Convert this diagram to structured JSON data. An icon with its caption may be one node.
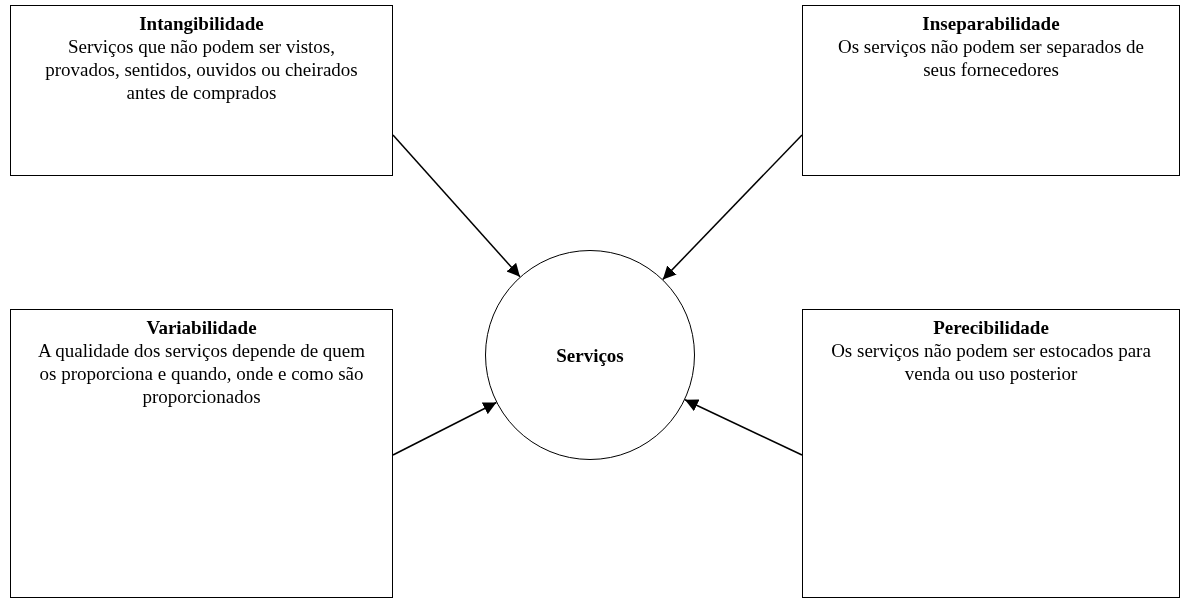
{
  "diagram": {
    "nodes": [
      {
        "text": [
          "Intangibilidade",
          "Serviços que não podem ser vistos, provados, sentidos, ouvidos ou cheirados antes de comprados"
        ]
      },
      {
        "text": [
          "Inseparabilidade",
          "Os serviços não podem ser separados de seus fornecedores"
        ]
      },
      {
        "text": [
          "Serviços"
        ]
      },
      {
        "text": [
          "Variabilidade",
          "A qualidade dos serviços depende de quem os proporciona e quando, onde e como são proporcionados"
        ]
      },
      {
        "text": [
          "Perecibilidade",
          "Os serviços não podem ser estocados para venda ou uso posterior"
        ]
      }
    ],
    "edges": [
      {
        "from": 0,
        "to": 2,
        "arrow": "to"
      },
      {
        "from": 1,
        "to": 2,
        "arrow": "to"
      },
      {
        "from": 3,
        "to": 2,
        "arrow": "to"
      },
      {
        "from": 4,
        "to": 2,
        "arrow": "to"
      }
    ]
  }
}
